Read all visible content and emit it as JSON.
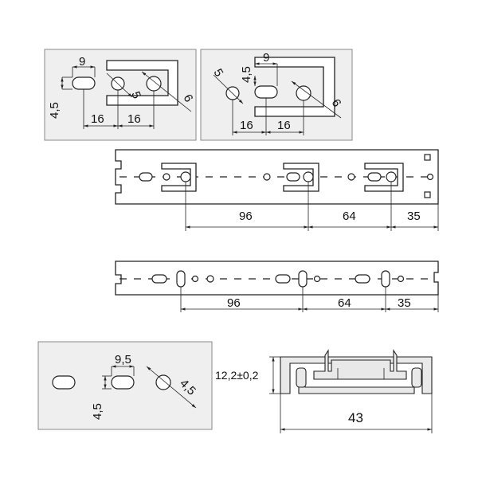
{
  "detail_a": {
    "slot_width": "9",
    "slot_height": "4,5",
    "hole_d": "5",
    "fork_d": "6",
    "pitch_1": "16",
    "pitch_2": "16"
  },
  "detail_b": {
    "slot_width": "9",
    "slot_height": "4,5",
    "hole_d": "5",
    "fork_d": "6",
    "pitch_1": "16",
    "pitch_2": "16"
  },
  "rail_top": {
    "dim_1": "96",
    "dim_2": "64",
    "dim_3": "35"
  },
  "rail_bottom": {
    "dim_1": "96",
    "dim_2": "64",
    "dim_3": "35"
  },
  "detail_c": {
    "slot_width": "9,5",
    "slot_height": "4,5",
    "hole_d": "4,5"
  },
  "profile": {
    "height": "12,2±0,2",
    "width": "43"
  }
}
